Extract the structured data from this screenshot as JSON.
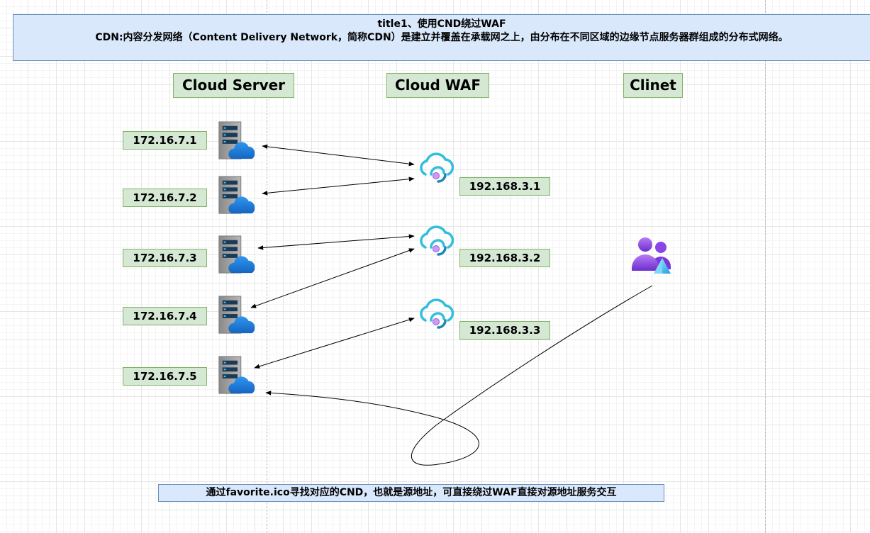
{
  "title": {
    "line1": "title1、使用CND绕过WAF",
    "line2": "CDN:内容分发网络（Content Delivery Network，简称CDN）是建立并覆盖在承载网之上，由分布在不同区域的边缘节点服务器群组成的分布式网络。"
  },
  "columns": {
    "server": "Cloud Server",
    "waf": "Cloud WAF",
    "client": "Clinet"
  },
  "servers": [
    "172.16.7.1",
    "172.16.7.2",
    "172.16.7.3",
    "172.16.7.4",
    "172.16.7.5"
  ],
  "wafs": [
    "192.168.3.1",
    "192.168.3.2",
    "192.168.3.3"
  ],
  "note": "通过favorite.ico寻找对应的CND，也就是源地址，可直接绕过WAF直接对源地址服务交互",
  "icons": {
    "server": "cloud-server-icon",
    "waf": "cloud-waf-icon",
    "client": "users-icon"
  },
  "colors": {
    "title_fill": "#dae8fc",
    "label_fill": "#d5e8d4",
    "cloud_blue": "#1e88e5",
    "waf_cyan": "#32bedd",
    "user_purple": "#773adc"
  }
}
